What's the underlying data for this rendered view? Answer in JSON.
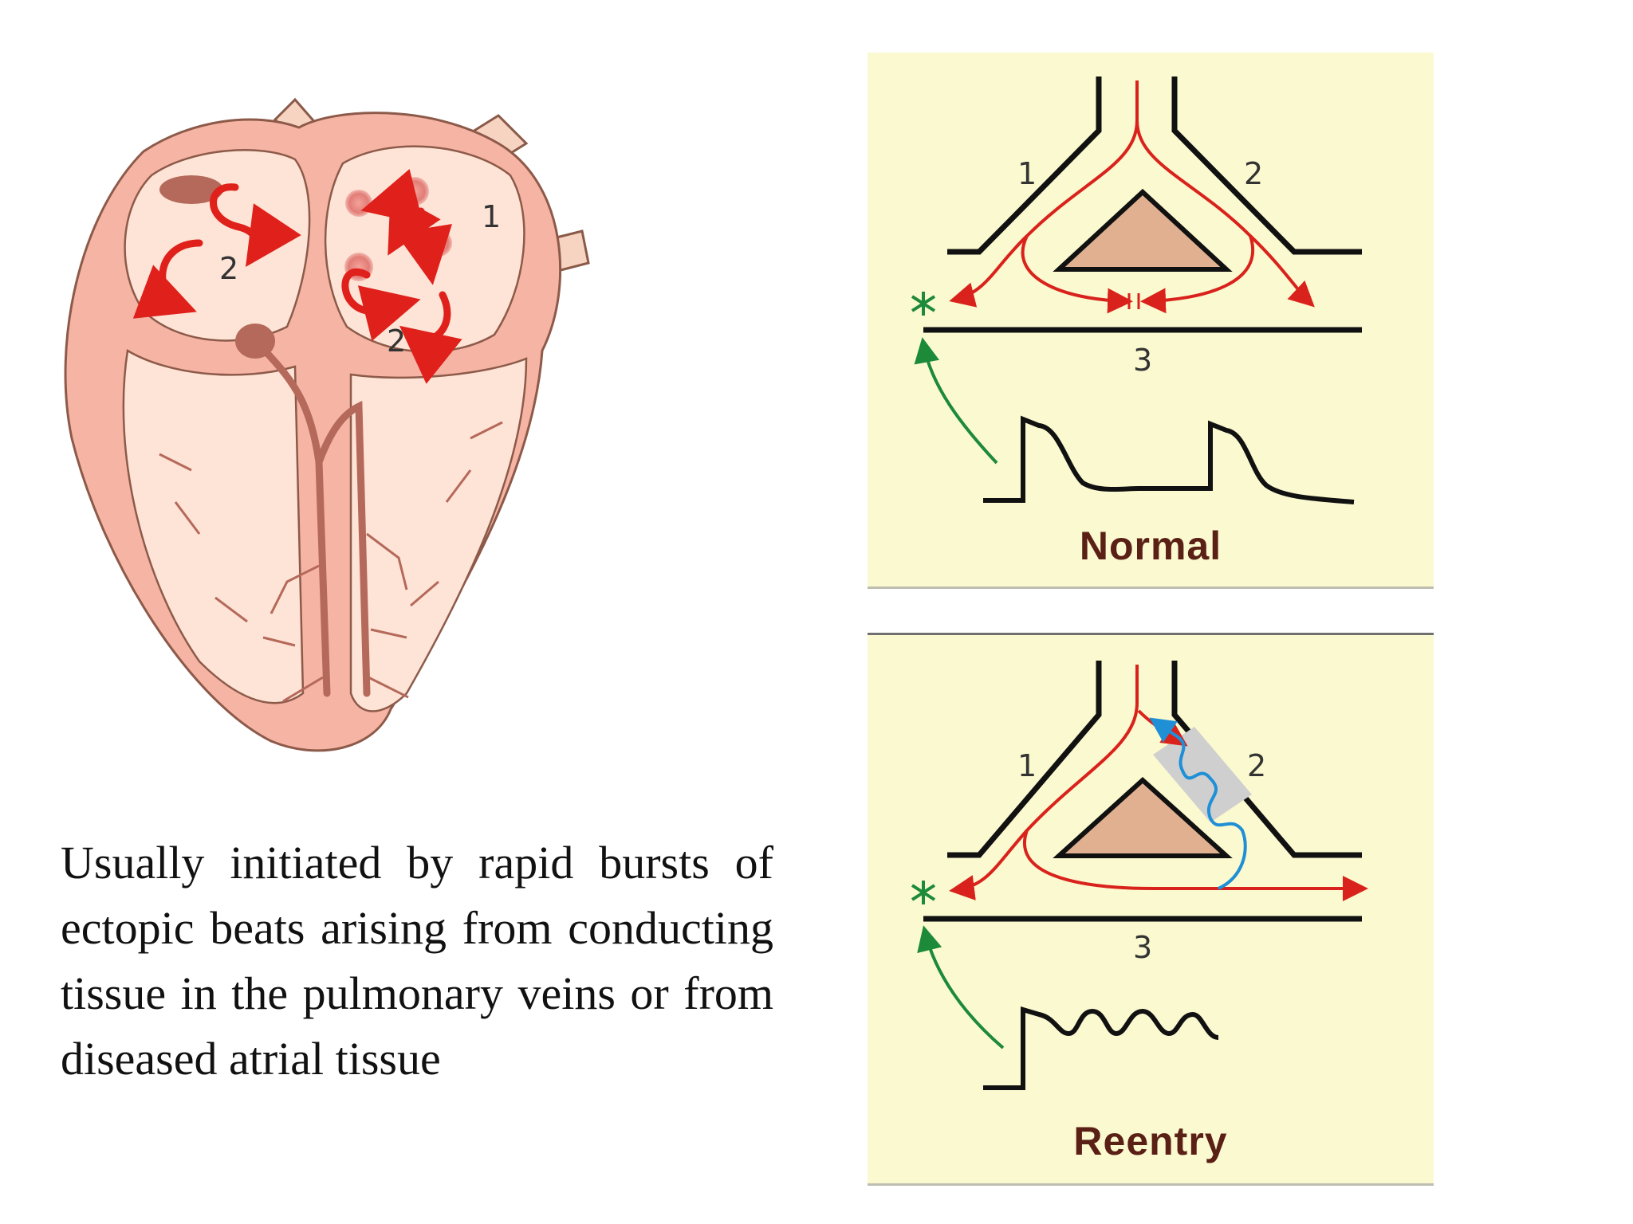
{
  "heart": {
    "label_1": "1",
    "label_2_left": "2",
    "label_2_right": "2"
  },
  "normal_panel": {
    "caption": "Normal",
    "label_1": "1",
    "label_2": "2",
    "label_3": "3"
  },
  "reentry_panel": {
    "caption": "Reentry",
    "label_1": "1",
    "label_2": "2",
    "label_3": "3"
  },
  "description": "Usually initiated by rapid bursts of ectopic beats arising from conducting tissue in the pulmonary veins or from diseased atrial tissue",
  "colors": {
    "panel_background": "#fbf9cf",
    "impulse_red": "#d9221c",
    "reentry_blue": "#1f8fd6",
    "stimulus_green": "#1d8a3a",
    "heart_fill": "#f6b5a4",
    "caption_brown": "#5a1f15"
  }
}
